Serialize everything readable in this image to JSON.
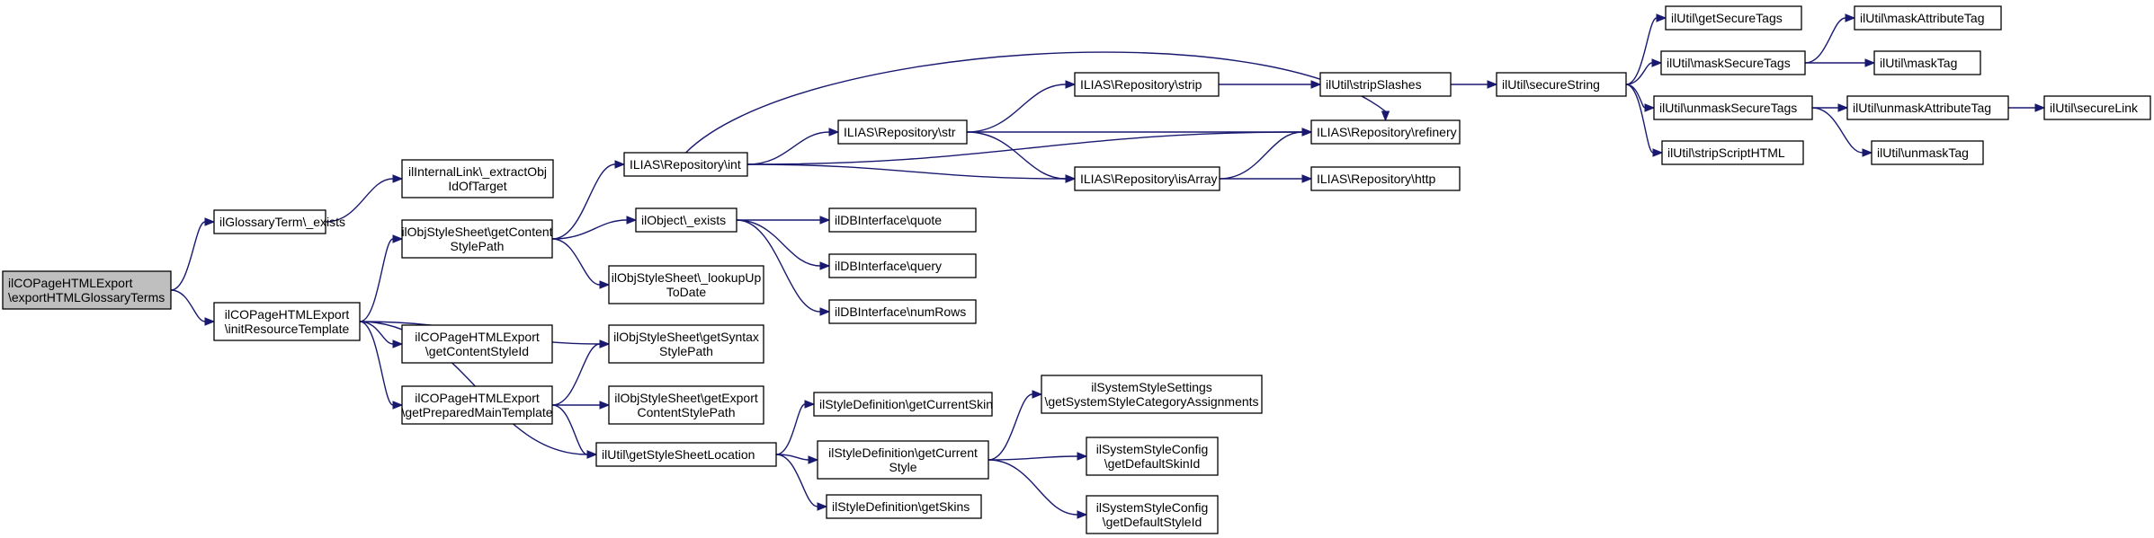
{
  "diagram": {
    "type": "call-graph",
    "colors": {
      "edge": "#191970",
      "node_border": "#000000",
      "node_fill": "#ffffff",
      "root_fill": "#bfbfbf"
    },
    "nodes": [
      {
        "id": "root",
        "lines": [
          "ilCOPageHTMLExport",
          "\\exportHTMLGlossaryTerms"
        ],
        "root": true
      },
      {
        "id": "glossaryExists",
        "lines": [
          "ilGlossaryTerm\\_exists"
        ]
      },
      {
        "id": "initResource",
        "lines": [
          "ilCOPageHTMLExport",
          "\\initResourceTemplate"
        ]
      },
      {
        "id": "extractObj",
        "lines": [
          "ilInternalLink\\_extractObj",
          "IdOfTarget"
        ]
      },
      {
        "id": "getContentStylePath",
        "lines": [
          "ilObjStyleSheet\\getContent",
          "StylePath"
        ]
      },
      {
        "id": "getContentStyleId",
        "lines": [
          "ilCOPageHTMLExport",
          "\\getContentStyleId"
        ]
      },
      {
        "id": "getPreparedMain",
        "lines": [
          "ilCOPageHTMLExport",
          "\\getPreparedMainTemplate"
        ]
      },
      {
        "id": "repoInt",
        "lines": [
          "ILIAS\\Repository\\int"
        ]
      },
      {
        "id": "objExists",
        "lines": [
          "ilObject\\_exists"
        ]
      },
      {
        "id": "lookupUpToDate",
        "lines": [
          "ilObjStyleSheet\\_lookupUp",
          "ToDate"
        ]
      },
      {
        "id": "getSyntaxPath",
        "lines": [
          "ilObjStyleSheet\\getSyntax",
          "StylePath"
        ]
      },
      {
        "id": "getExportPath",
        "lines": [
          "ilObjStyleSheet\\getExport",
          "ContentStylePath"
        ]
      },
      {
        "id": "getStyleSheetLoc",
        "lines": [
          "ilUtil\\getStyleSheetLocation"
        ]
      },
      {
        "id": "repoStr",
        "lines": [
          "ILIAS\\Repository\\str"
        ]
      },
      {
        "id": "quote",
        "lines": [
          "ilDBInterface\\quote"
        ]
      },
      {
        "id": "query",
        "lines": [
          "ilDBInterface\\query"
        ]
      },
      {
        "id": "numRows",
        "lines": [
          "ilDBInterface\\numRows"
        ]
      },
      {
        "id": "getCurrentSkin",
        "lines": [
          "ilStyleDefinition\\getCurrentSkin"
        ]
      },
      {
        "id": "getCurrentStyle",
        "lines": [
          "ilStyleDefinition\\getCurrent",
          "Style"
        ]
      },
      {
        "id": "getSkins",
        "lines": [
          "ilStyleDefinition\\getSkins"
        ]
      },
      {
        "id": "repoStrip",
        "lines": [
          "ILIAS\\Repository\\strip"
        ]
      },
      {
        "id": "repoIsArray",
        "lines": [
          "ILIAS\\Repository\\isArray"
        ]
      },
      {
        "id": "sysStyleSettings",
        "lines": [
          "ilSystemStyleSettings",
          "\\getSystemStyleCategoryAssignments"
        ]
      },
      {
        "id": "defaultSkinId",
        "lines": [
          "ilSystemStyleConfig",
          "\\getDefaultSkinId"
        ]
      },
      {
        "id": "defaultStyleId",
        "lines": [
          "ilSystemStyleConfig",
          "\\getDefaultStyleId"
        ]
      },
      {
        "id": "stripSlashes",
        "lines": [
          "ilUtil\\stripSlashes"
        ]
      },
      {
        "id": "refinery",
        "lines": [
          "ILIAS\\Repository\\refinery"
        ]
      },
      {
        "id": "http",
        "lines": [
          "ILIAS\\Repository\\http"
        ]
      },
      {
        "id": "secureString",
        "lines": [
          "ilUtil\\secureString"
        ]
      },
      {
        "id": "getSecureTags",
        "lines": [
          "ilUtil\\getSecureTags"
        ]
      },
      {
        "id": "maskSecureTags",
        "lines": [
          "ilUtil\\maskSecureTags"
        ]
      },
      {
        "id": "unmaskSecureTags",
        "lines": [
          "ilUtil\\unmaskSecureTags"
        ]
      },
      {
        "id": "stripScriptHTML",
        "lines": [
          "ilUtil\\stripScriptHTML"
        ]
      },
      {
        "id": "maskAttributeTag",
        "lines": [
          "ilUtil\\maskAttributeTag"
        ]
      },
      {
        "id": "maskTag",
        "lines": [
          "ilUtil\\maskTag"
        ]
      },
      {
        "id": "unmaskAttributeTag",
        "lines": [
          "ilUtil\\unmaskAttributeTag"
        ]
      },
      {
        "id": "unmaskTag",
        "lines": [
          "ilUtil\\unmaskTag"
        ]
      },
      {
        "id": "secureLink",
        "lines": [
          "ilUtil\\secureLink"
        ]
      }
    ],
    "edges": [
      {
        "from": "root",
        "to": "glossaryExists"
      },
      {
        "from": "root",
        "to": "initResource"
      },
      {
        "from": "glossaryExists",
        "to": "extractObj"
      },
      {
        "from": "initResource",
        "to": "getContentStylePath"
      },
      {
        "from": "initResource",
        "to": "getContentStyleId"
      },
      {
        "from": "initResource",
        "to": "getPreparedMain"
      },
      {
        "from": "initResource",
        "to": "getSyntaxPath"
      },
      {
        "from": "initResource",
        "to": "getStyleSheetLoc"
      },
      {
        "from": "getContentStylePath",
        "to": "repoInt"
      },
      {
        "from": "getContentStylePath",
        "to": "objExists"
      },
      {
        "from": "getContentStylePath",
        "to": "lookupUpToDate"
      },
      {
        "from": "getPreparedMain",
        "to": "getSyntaxPath"
      },
      {
        "from": "getPreparedMain",
        "to": "getExportPath"
      },
      {
        "from": "getPreparedMain",
        "to": "getStyleSheetLoc"
      },
      {
        "from": "repoInt",
        "to": "repoStr"
      },
      {
        "from": "repoInt",
        "to": "repoIsArray"
      },
      {
        "from": "repoInt",
        "to": "refinery"
      },
      {
        "from": "objExists",
        "to": "quote"
      },
      {
        "from": "objExists",
        "to": "query"
      },
      {
        "from": "objExists",
        "to": "numRows"
      },
      {
        "from": "getStyleSheetLoc",
        "to": "getCurrentSkin"
      },
      {
        "from": "getStyleSheetLoc",
        "to": "getCurrentStyle"
      },
      {
        "from": "getStyleSheetLoc",
        "to": "getSkins"
      },
      {
        "from": "repoStr",
        "to": "repoStrip"
      },
      {
        "from": "repoStr",
        "to": "repoIsArray"
      },
      {
        "from": "repoStr",
        "to": "refinery"
      },
      {
        "from": "repoStrip",
        "to": "stripSlashes"
      },
      {
        "from": "repoIsArray",
        "to": "refinery"
      },
      {
        "from": "repoIsArray",
        "to": "http"
      },
      {
        "from": "getCurrentStyle",
        "to": "sysStyleSettings"
      },
      {
        "from": "getCurrentStyle",
        "to": "defaultSkinId"
      },
      {
        "from": "getCurrentStyle",
        "to": "defaultStyleId"
      },
      {
        "from": "stripSlashes",
        "to": "secureString"
      },
      {
        "from": "secureString",
        "to": "getSecureTags"
      },
      {
        "from": "secureString",
        "to": "maskSecureTags"
      },
      {
        "from": "secureString",
        "to": "unmaskSecureTags"
      },
      {
        "from": "secureString",
        "to": "stripScriptHTML"
      },
      {
        "from": "maskSecureTags",
        "to": "maskAttributeTag"
      },
      {
        "from": "maskSecureTags",
        "to": "maskTag"
      },
      {
        "from": "unmaskSecureTags",
        "to": "unmaskAttributeTag"
      },
      {
        "from": "unmaskSecureTags",
        "to": "unmaskTag"
      },
      {
        "from": "unmaskAttributeTag",
        "to": "secureLink"
      }
    ]
  }
}
